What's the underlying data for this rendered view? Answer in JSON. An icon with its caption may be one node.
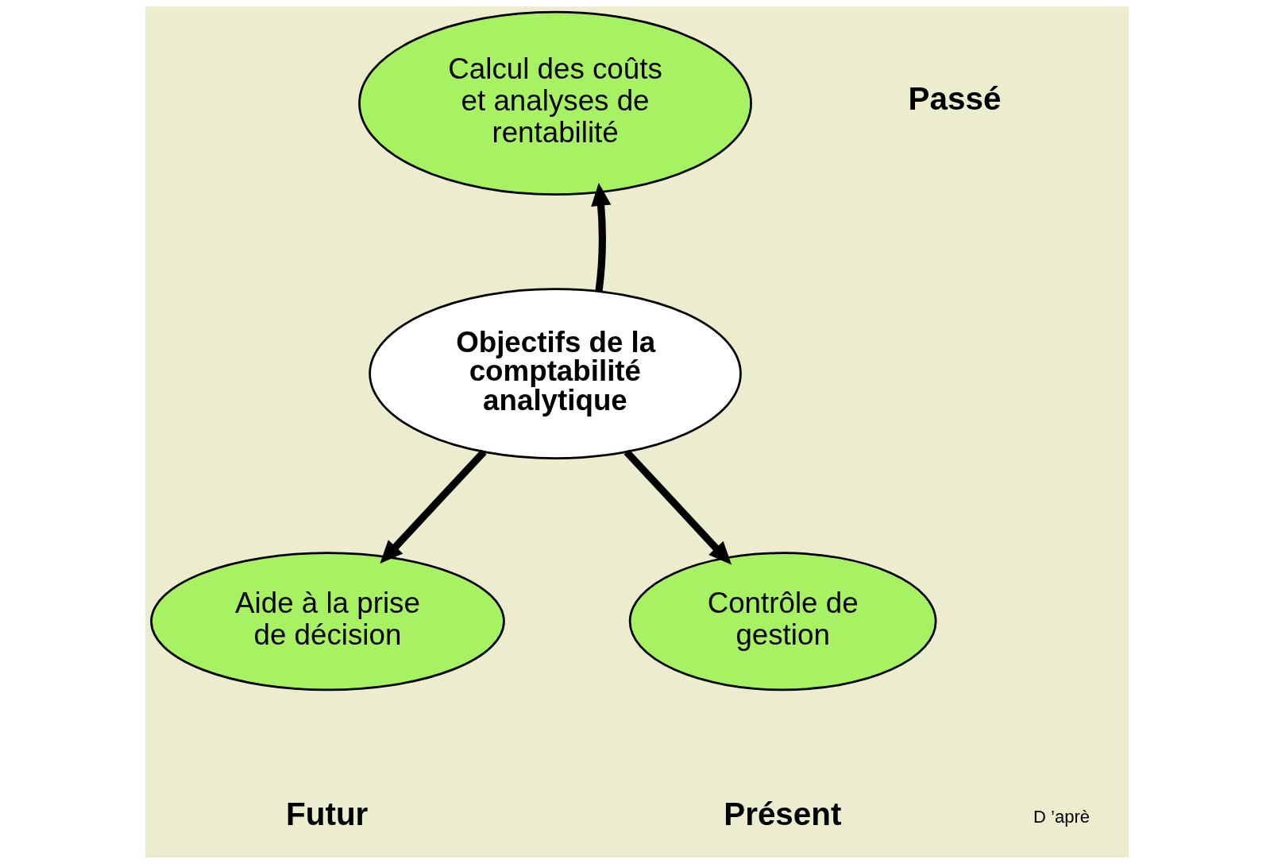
{
  "diagram": {
    "nodes": [
      {
        "text": [
          "Calcul des coûts et analyses de rentabilité"
        ]
      },
      {
        "text": [
          "Objectifs de la comptabilité analytique"
        ]
      },
      {
        "text": [
          "Aide à la prise de décision"
        ]
      },
      {
        "text": [
          "Contrôle de gestion"
        ]
      }
    ],
    "edges": [
      {
        "from": 1,
        "to": 0,
        "arrow": "to"
      },
      {
        "from": 1,
        "to": 2,
        "arrow": "to"
      },
      {
        "from": 1,
        "to": 3,
        "arrow": "to"
      }
    ],
    "labels": [
      "Passé",
      "Futur",
      "Présent",
      "D ’aprè"
    ]
  }
}
